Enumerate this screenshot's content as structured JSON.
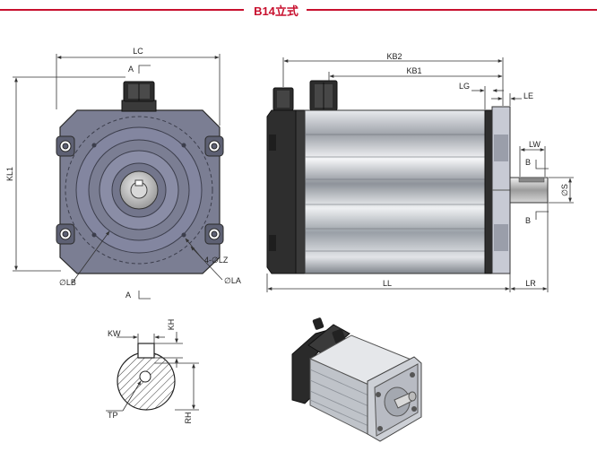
{
  "title": "B14立式",
  "colors": {
    "accent": "#c8102e",
    "flange": "#7b7e93",
    "body": "#c9cdd3",
    "dark": "#2c2c2c",
    "line": "#333333"
  },
  "front_view": {
    "dim_lc": "LC",
    "dim_kl1": "KL1",
    "dim_lb": "∅LB",
    "dim_la": "∅LA",
    "dim_lz": "4-∅LZ",
    "section_a_top": "A",
    "section_a_bottom": "A"
  },
  "side_view": {
    "dim_kb2": "KB2",
    "dim_kb1": "KB1",
    "dim_lg": "LG",
    "dim_le": "LE",
    "dim_lw": "LW",
    "dim_s": "∅S",
    "dim_ll": "LL",
    "dim_lr": "LR",
    "section_b_top": "B",
    "section_b_bottom": "B"
  },
  "shaft_section": {
    "dim_kw": "KW",
    "dim_kh": "KH",
    "dim_tp": "TP",
    "dim_rh": "RH"
  }
}
